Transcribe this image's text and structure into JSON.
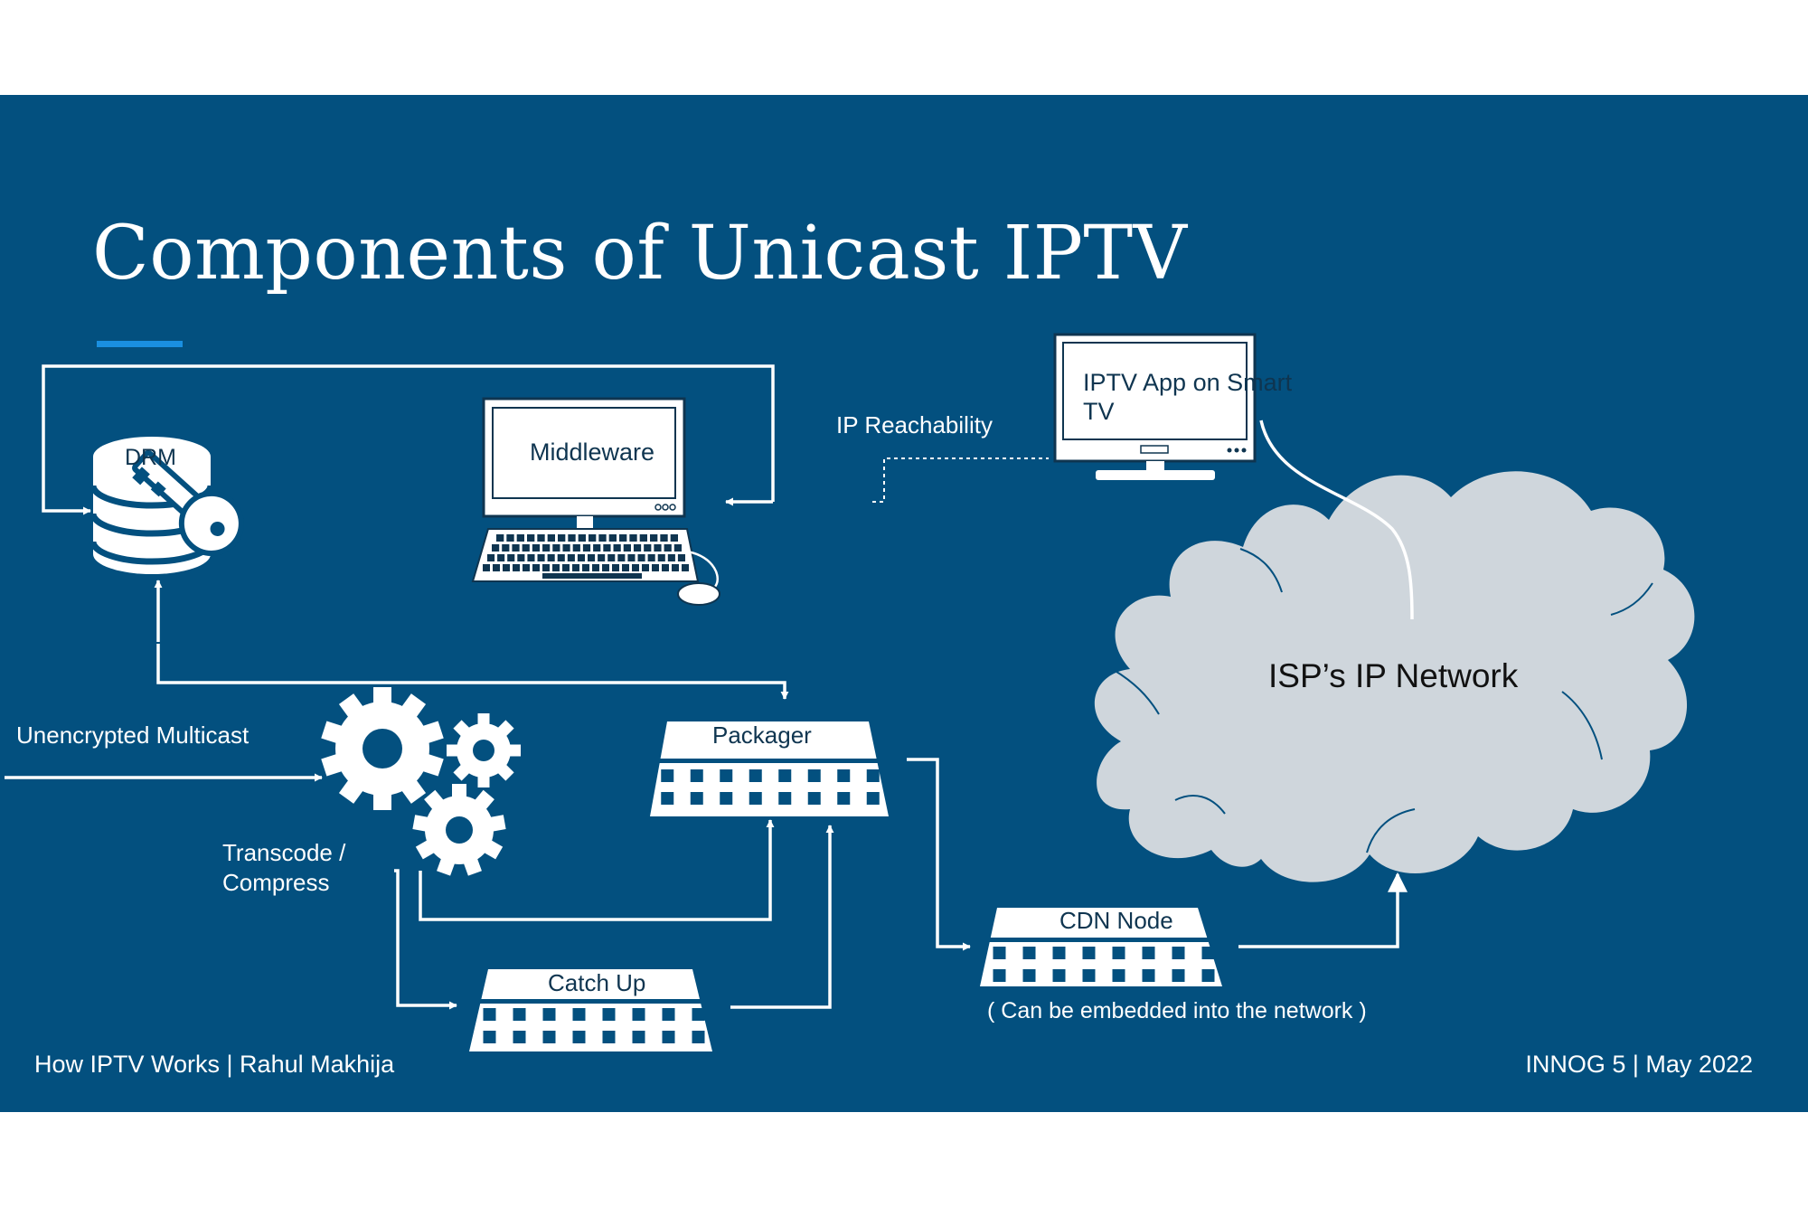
{
  "slide": {
    "title": "Components of Unicast IPTV",
    "footer_left": "How IPTV Works | Rahul Makhija",
    "footer_right": "INNOG 5 | May 2022",
    "colors": {
      "background": "#03507f",
      "accent": "#1a8fe0",
      "cloud": "#cfd6dc"
    }
  },
  "diagram": {
    "nodes": {
      "drm": "DRM",
      "middleware": "Middleware",
      "iptv_app_line1": "IPTV App on Smart",
      "iptv_app_line2": "TV",
      "packager": "Packager",
      "catch_up": "Catch Up",
      "cdn_node": "CDN Node",
      "isp_network": "ISP’s IP Network",
      "transcode_line1": "Transcode /",
      "transcode_line2": "Compress"
    },
    "labels": {
      "ip_reachability": "IP Reachability",
      "unencrypted_multicast": "Unencrypted Multicast",
      "cdn_note": "( Can be embedded into the network )"
    },
    "icons": [
      "database-icon",
      "key-icon",
      "computer-icon",
      "keyboard-icon",
      "mouse-icon",
      "smart-tv-icon",
      "gear-icon",
      "cloud-icon",
      "server-rack-icon"
    ]
  }
}
